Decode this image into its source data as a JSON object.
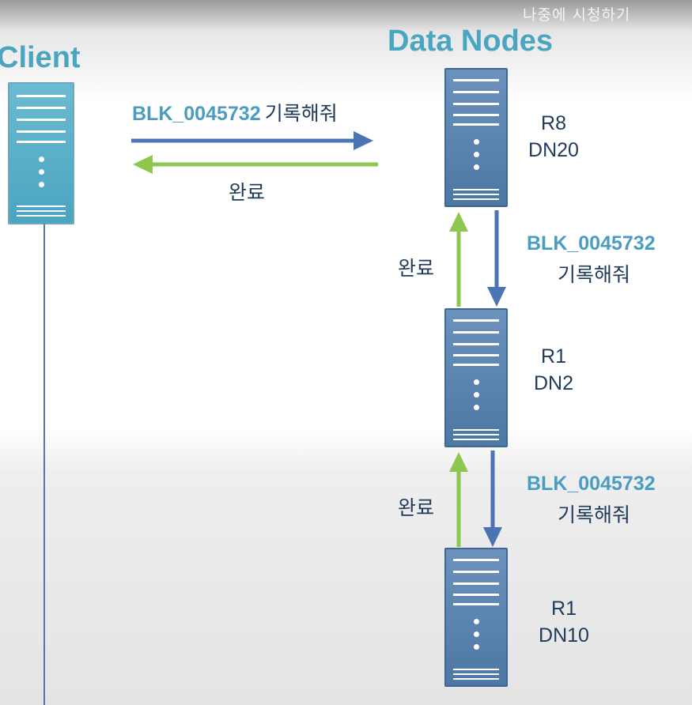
{
  "overlay": {
    "watch_later": "나중에 시청하기"
  },
  "titles": {
    "client": "Client",
    "data_nodes": "Data Nodes"
  },
  "messages": {
    "write_block_id": "BLK_0045732",
    "write_request": "기록해줘",
    "complete": "완료"
  },
  "nodes": [
    {
      "rack": "R8",
      "node": "DN20"
    },
    {
      "rack": "R1",
      "node": "DN2"
    },
    {
      "rack": "R1",
      "node": "DN10"
    }
  ],
  "colors": {
    "accent_title": "#4aa6c0",
    "request_arrow": "#4a74b4",
    "ack_arrow": "#8cc850",
    "server_body": "#5a83b0",
    "client_server": "#58b2cc"
  }
}
